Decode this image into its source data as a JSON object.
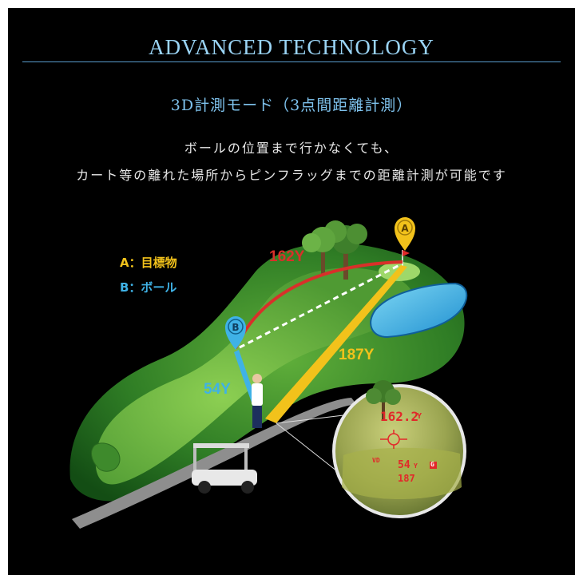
{
  "header": {
    "title": "ADVANCED TECHNOLOGY",
    "subtitle": "3D計測モード（3点間距離計測）"
  },
  "description": {
    "line1": "ボールの位置まで行かなくても、",
    "line2": "カート等の離れた場所からピンフラッグまでの距離計測が可能です"
  },
  "legend": {
    "a": "A：目標物",
    "b": "B：ボール"
  },
  "markers": {
    "a": "A",
    "b": "B"
  },
  "distances": {
    "red": "162Y",
    "yellow": "187Y",
    "blue": "54Y"
  },
  "rangefinder": {
    "main": "162.2",
    "main_unit": "Y",
    "vd": "VD",
    "angle": "54",
    "angle_unit": "Y",
    "g": "G",
    "bottom": "187"
  },
  "colors": {
    "background": "#000000",
    "title": "#9ad4f5",
    "red": "#d8302a",
    "yellow": "#f2c21b",
    "blue": "#3fb2e6"
  }
}
